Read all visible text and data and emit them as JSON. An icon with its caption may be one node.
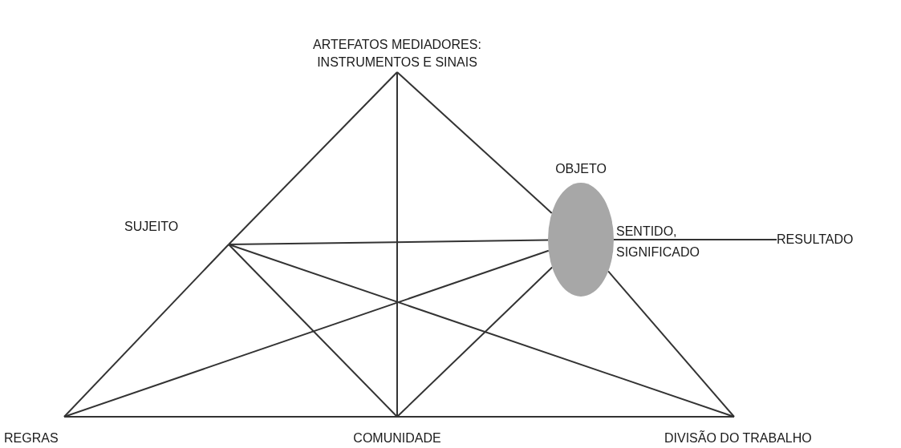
{
  "diagram": {
    "nodes": [
      {
        "text": [
          "ARTEFATOS MEDIADORES: INSTRUMENTOS E SINAIS"
        ]
      },
      {
        "text": [
          "SUJEITO"
        ]
      },
      {
        "text": [
          "OBJETO"
        ],
        "beside": [
          "SENTIDO, SIGNIFICADO"
        ]
      },
      {
        "text": [
          "RESULTADO"
        ]
      },
      {
        "text": [
          "REGRAS"
        ]
      },
      {
        "text": [
          "COMUNIDADE"
        ]
      },
      {
        "text": [
          "DIVISÃO DO TRABALHO"
        ]
      }
    ],
    "edges": [
      {
        "from": 0,
        "to": 1,
        "arrow": "none"
      },
      {
        "from": 1,
        "to": 4,
        "arrow": "none"
      },
      {
        "from": 0,
        "to": 2,
        "arrow": "none"
      },
      {
        "from": 2,
        "to": 6,
        "arrow": "none"
      },
      {
        "from": 0,
        "to": 5,
        "arrow": "none"
      },
      {
        "from": 4,
        "to": 5,
        "arrow": "none"
      },
      {
        "from": 5,
        "to": 6,
        "arrow": "none"
      },
      {
        "from": 1,
        "to": 2,
        "arrow": "none"
      },
      {
        "from": 1,
        "to": 5,
        "arrow": "none"
      },
      {
        "from": 1,
        "to": 6,
        "arrow": "none"
      },
      {
        "from": 4,
        "to": 2,
        "arrow": "none"
      },
      {
        "from": 5,
        "to": 2,
        "arrow": "none"
      },
      {
        "from": 2,
        "to": 3,
        "arrow": "none"
      }
    ]
  }
}
